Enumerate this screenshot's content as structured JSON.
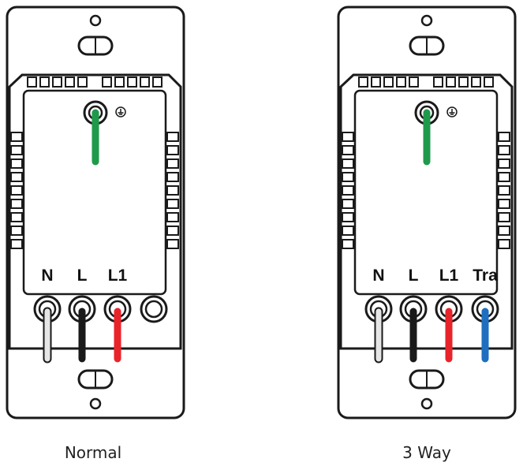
{
  "diagrams": [
    {
      "caption": "Normal",
      "terminals": [
        {
          "label": "N",
          "wire_color": "#e6e6e6"
        },
        {
          "label": "L",
          "wire_color": "#1a1a1a"
        },
        {
          "label": "L1",
          "wire_color": "#e8232a"
        },
        {
          "label": "",
          "wire_color": ""
        }
      ]
    },
    {
      "caption": "3 Way",
      "terminals": [
        {
          "label": "N",
          "wire_color": "#e6e6e6"
        },
        {
          "label": "L",
          "wire_color": "#1a1a1a"
        },
        {
          "label": "L1",
          "wire_color": "#e8232a"
        },
        {
          "label": "Tra",
          "wire_color": "#1e6fbf"
        }
      ]
    }
  ],
  "ground": {
    "symbol": "ground-icon",
    "wire_color": "#1e9a4a"
  },
  "colors": {
    "outline": "#1a1a1a",
    "plate_fill": "#ffffff"
  }
}
